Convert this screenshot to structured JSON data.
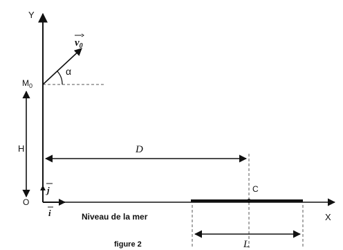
{
  "figure": {
    "caption": "figure 2",
    "labels": {
      "y_axis": "Y",
      "x_axis": "X",
      "origin": "O",
      "launch_point": "M",
      "launch_point_sub": "0",
      "height": "H",
      "distance": "D",
      "length": "L",
      "target": "C",
      "angle": "α",
      "velocity": "v",
      "velocity_sub": "0",
      "unit_i": "i",
      "unit_j": "j",
      "sea_level": "Niveau de la mer"
    },
    "colors": {
      "ink": "#111111",
      "dashed": "#555555"
    }
  }
}
